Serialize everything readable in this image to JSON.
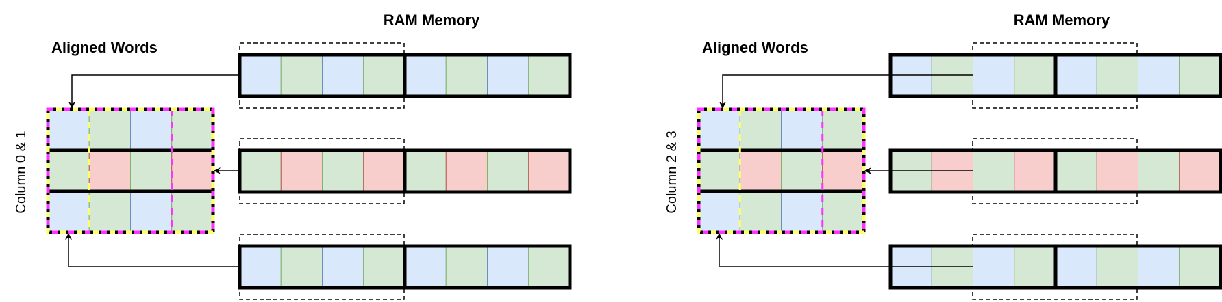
{
  "colors": {
    "blue": "#dae8fc",
    "blue_stroke": "#6c8ebf",
    "green": "#d5e8d4",
    "green_stroke": "#82b366",
    "red": "#f8cecc",
    "red_stroke": "#b85450",
    "magenta": "#ff33ff",
    "yellow": "#ffff66",
    "black": "#000000"
  },
  "panels": [
    {
      "memory_title": "RAM Memory",
      "aligned_title": "Aligned Words",
      "column_label": "Column 0 & 1",
      "memory_rows": [
        [
          "blue",
          "green",
          "blue",
          "green",
          "blue",
          "green",
          "blue",
          "green"
        ],
        [
          "green",
          "red",
          "green",
          "red",
          "green",
          "red",
          "green",
          "red"
        ],
        [
          "blue",
          "green",
          "blue",
          "green",
          "blue",
          "green",
          "blue",
          "green"
        ]
      ],
      "aligned_rows": [
        [
          "blue",
          "green",
          "blue",
          "green"
        ],
        [
          "green",
          "red",
          "green",
          "red"
        ],
        [
          "blue",
          "green",
          "blue",
          "green"
        ]
      ]
    },
    {
      "memory_title": "RAM Memory",
      "aligned_title": "Aligned Words",
      "column_label": "Column 2 & 3",
      "memory_rows": [
        [
          "blue",
          "green",
          "blue",
          "green",
          "blue",
          "green",
          "blue",
          "green"
        ],
        [
          "green",
          "red",
          "green",
          "red",
          "green",
          "red",
          "green",
          "red"
        ],
        [
          "blue",
          "green",
          "blue",
          "green",
          "blue",
          "green",
          "blue",
          "green"
        ]
      ],
      "aligned_rows": [
        [
          "blue",
          "green",
          "blue",
          "green"
        ],
        [
          "green",
          "red",
          "green",
          "red"
        ],
        [
          "blue",
          "green",
          "blue",
          "green"
        ]
      ]
    }
  ]
}
